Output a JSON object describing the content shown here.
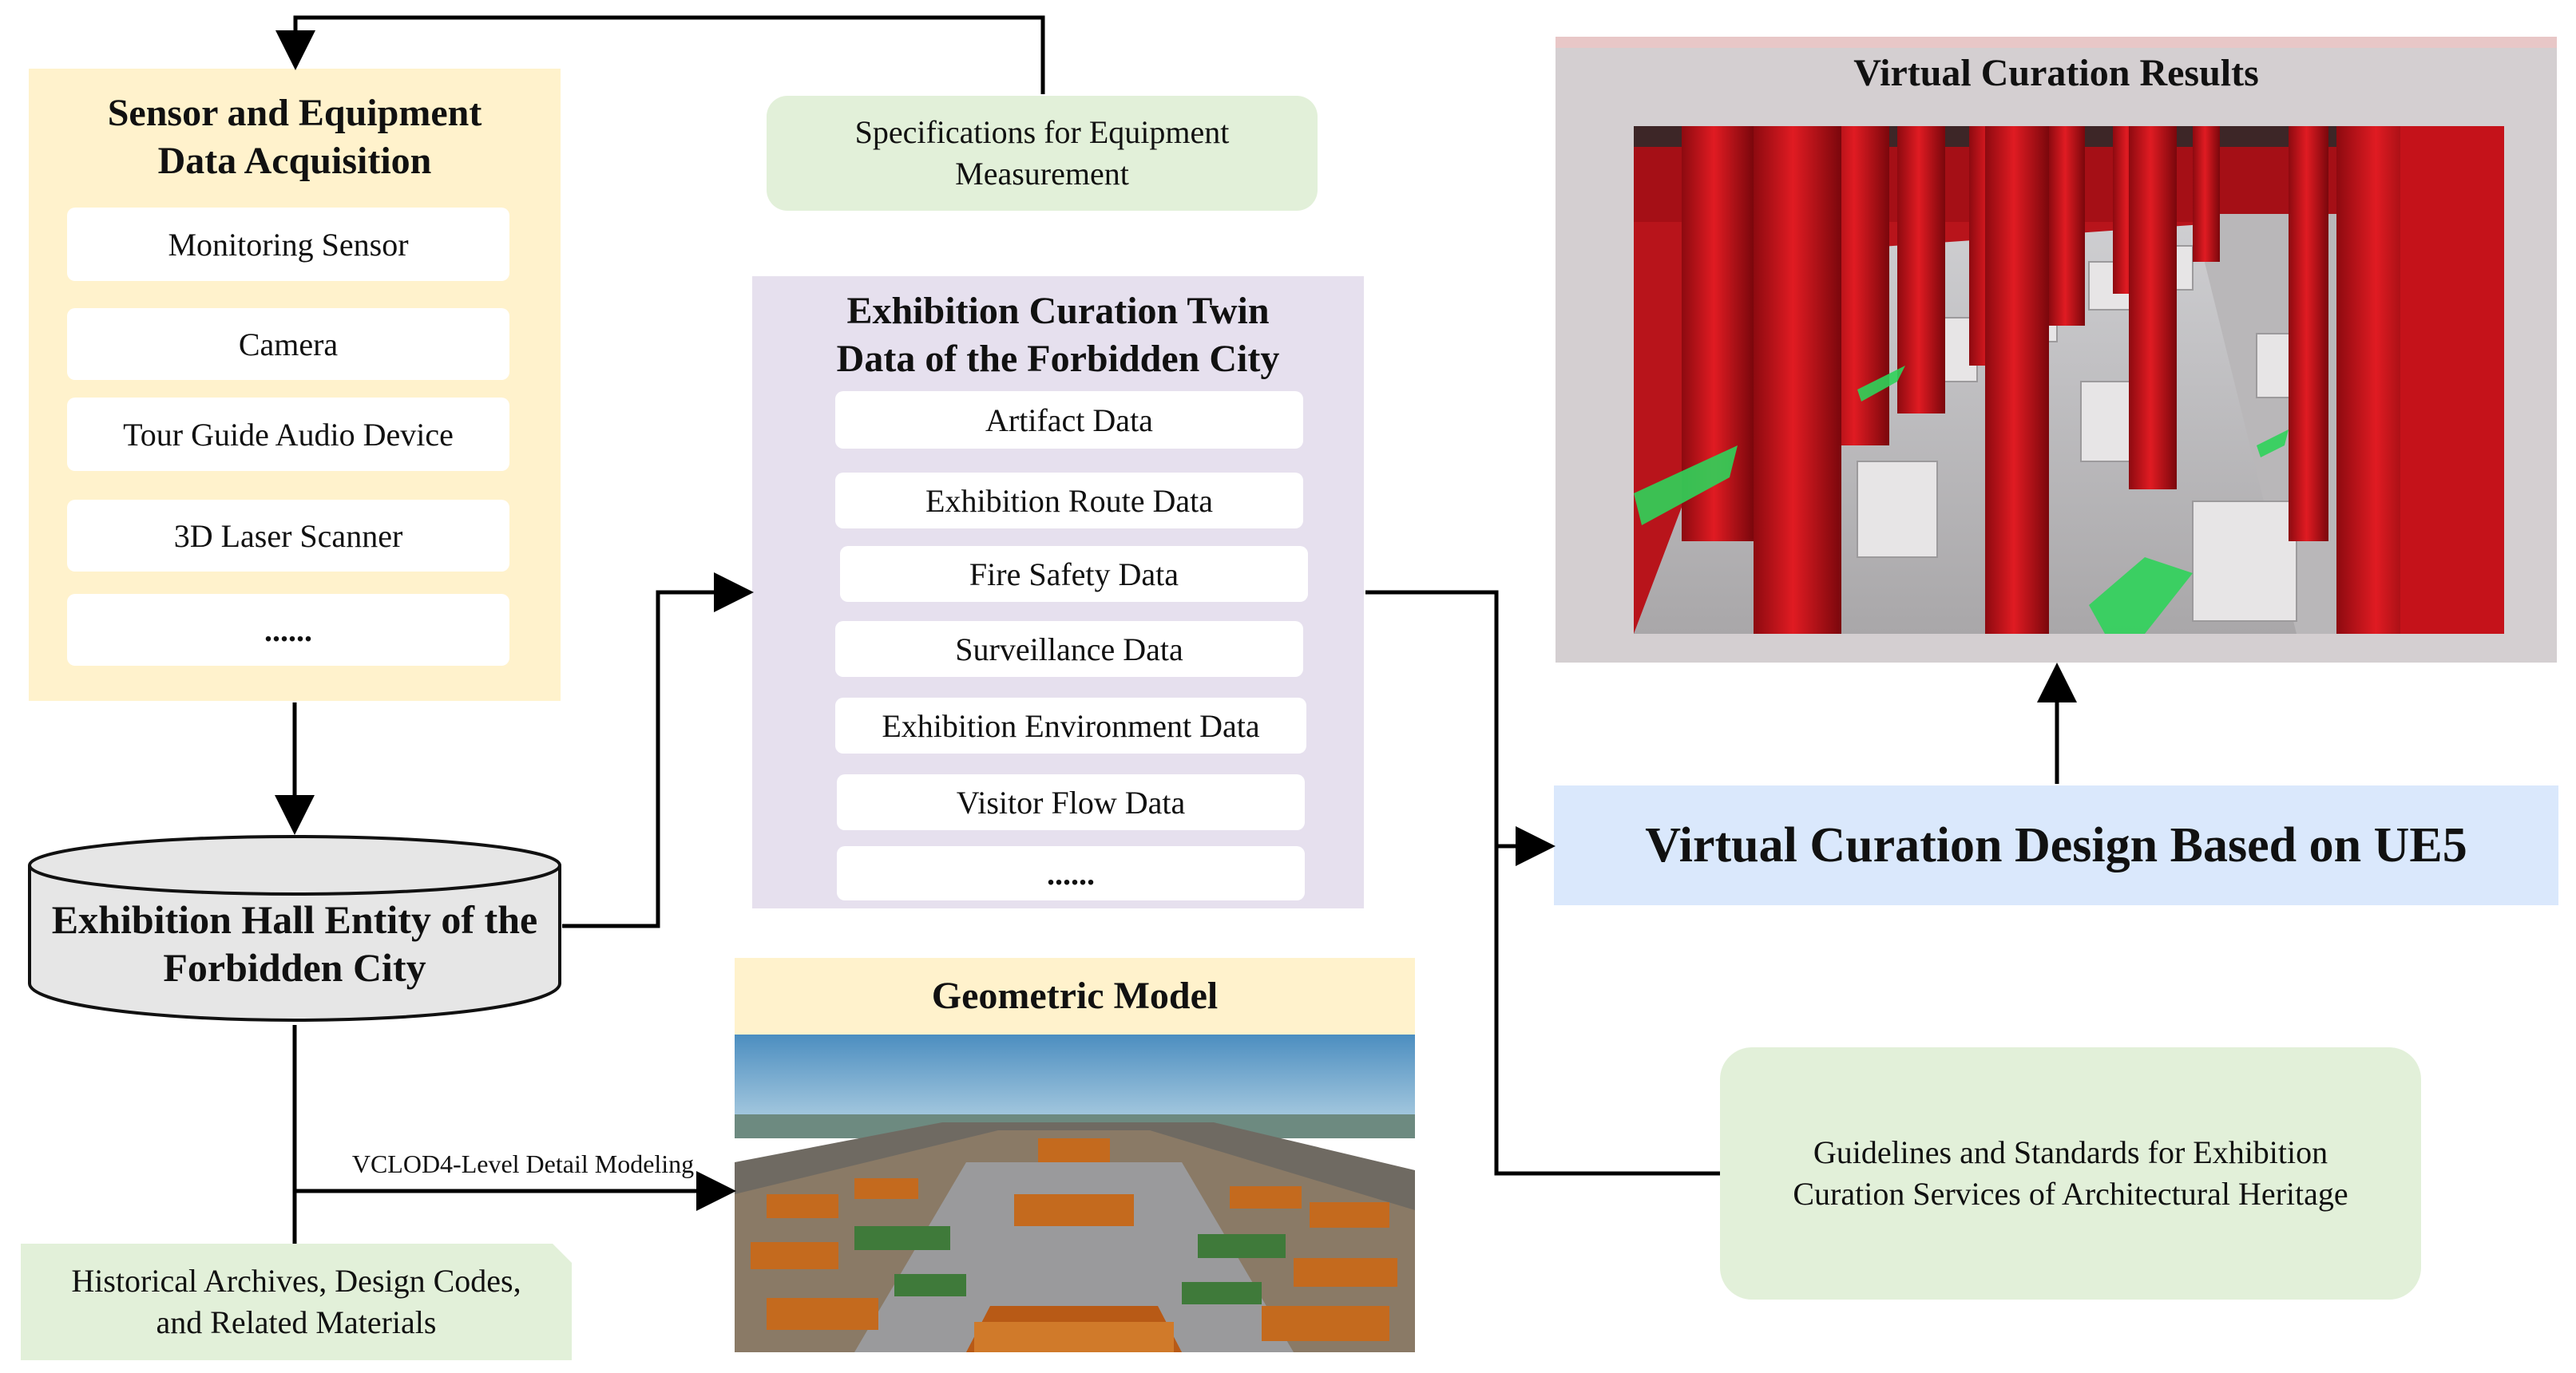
{
  "sensor_panel": {
    "title_line1": "Sensor and Equipment",
    "title_line2": "Data Acquisition",
    "items": [
      "Monitoring Sensor",
      "Camera",
      "Tour Guide Audio Device",
      "3D Laser Scanner",
      "......"
    ]
  },
  "spec_note": {
    "line1": "Specifications for Equipment",
    "line2": "Measurement"
  },
  "twin_panel": {
    "title_line1": "Exhibition Curation Twin",
    "title_line2": "Data of the Forbidden City",
    "items": [
      "Artifact Data",
      "Exhibition Route Data",
      "Fire Safety Data",
      "Surveillance Data",
      "Exhibition Environment Data",
      "Visitor Flow Data",
      "......"
    ]
  },
  "results_panel": {
    "title": "Virtual Curation Results"
  },
  "ue5_box": {
    "label": "Virtual Curation Design Based on UE5"
  },
  "entity_cylinder": {
    "line1": "Exhibition Hall Entity of the",
    "line2": "Forbidden City"
  },
  "geometric_model": {
    "title": "Geometric Model"
  },
  "modeling_label": "VCLOD4-Level Detail Modeling",
  "archives_note": {
    "line1": "Historical Archives, Design Codes,",
    "line2": "and Related Materials"
  },
  "guidelines_note": {
    "line1": "Guidelines and Standards for Exhibition",
    "line2": "Curation Services of Architectural Heritage"
  },
  "colors": {
    "sensor_bg": "#fff2cc",
    "twin_bg": "#e6e0ee",
    "green_note": "#e2f0d9",
    "results_bg": "#d4cfd1",
    "results_border_top": "#e8c7c7",
    "ue5_bg": "#dae8fc",
    "geo_title_bg": "#fff2cc",
    "cylinder_fill": "#e6e6e6",
    "palace_red": "#d9141c",
    "floor_gray": "#bdbcbd",
    "sky_blue": "#6fa6cc"
  }
}
